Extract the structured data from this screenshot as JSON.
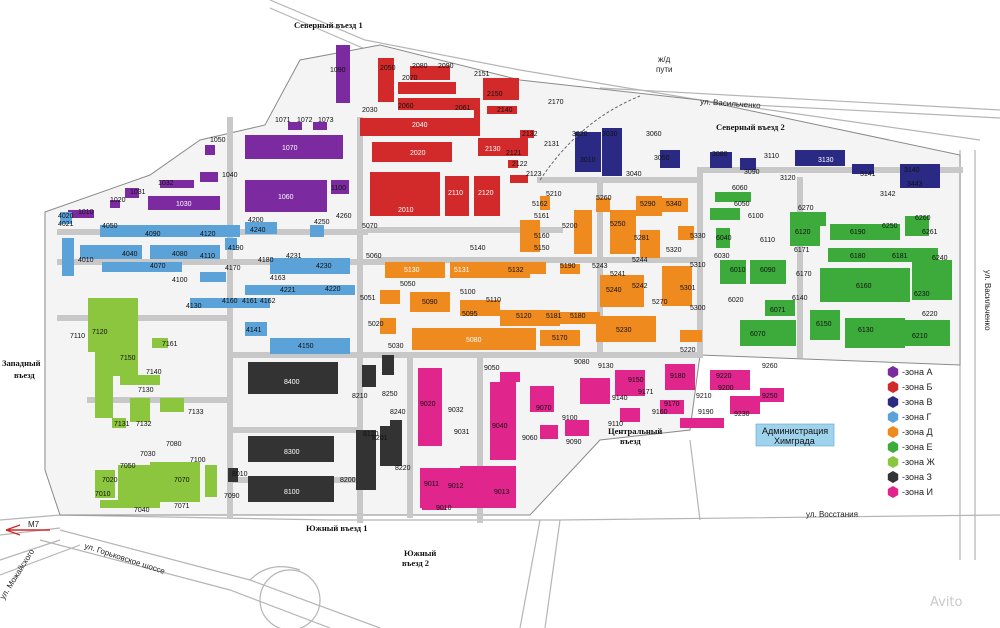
{
  "streets": {
    "vasilchenko_top": "ул. Васильченко",
    "vasilchenko_right": "ул. Васильченко",
    "vosstaniya": "ул. Восстания",
    "gorkovskoe": "ул. Горьковское шоссе",
    "mozhayskogo": "ул. Можайского",
    "rail": "ж/д пути"
  },
  "gates": {
    "north1": "Северный въезд 1",
    "north2": "Северный въезд 2",
    "west": "Западный въезд",
    "south1": "Южный въезд 1",
    "south2": "Южный въезд 2",
    "central": "Центральный въезд"
  },
  "road_sign": "М7",
  "admin": {
    "line1": "Администрация",
    "line2": "Химграда"
  },
  "legend": [
    {
      "label": "-зона А",
      "color": "#7b2aa0"
    },
    {
      "label": "-зона Б",
      "color": "#d22a2a"
    },
    {
      "label": "-зона В",
      "color": "#2a2a85"
    },
    {
      "label": "-зона Г",
      "color": "#5aa2d8"
    },
    {
      "label": "-зона Д",
      "color": "#ee8a1e"
    },
    {
      "label": "-зона Е",
      "color": "#3cab3c"
    },
    {
      "label": "-зона Ж",
      "color": "#8cc63f"
    },
    {
      "label": "-зона З",
      "color": "#333333"
    },
    {
      "label": "-зона И",
      "color": "#e0258c"
    }
  ],
  "watermark": "Avito",
  "buildings": {
    "zone_a": [
      "1090",
      "1071",
      "1072",
      "1073",
      "1050",
      "1070",
      "1040",
      "1032",
      "1031",
      "1020",
      "1030",
      "1060",
      "1100",
      "1010"
    ],
    "zone_b": [
      "2050",
      "2080",
      "2090",
      "2070",
      "2151",
      "2150",
      "2030",
      "2060",
      "2061",
      "2140",
      "2170",
      "2040",
      "2132",
      "2131",
      "2130",
      "2020",
      "2122",
      "2121",
      "2123",
      "2110",
      "2120",
      "2010"
    ],
    "zone_v": [
      "3020",
      "3030",
      "3060",
      "3010",
      "3050",
      "3040",
      "3080",
      "3110",
      "3130",
      "3090",
      "3120",
      "3140",
      "3141",
      "3443",
      "3142"
    ],
    "zone_g": [
      "4020",
      "4021",
      "4050",
      "4090",
      "4120",
      "4200",
      "4240",
      "4250",
      "4260",
      "4010",
      "4040",
      "4080",
      "4110",
      "4190",
      "4070",
      "4170",
      "4180",
      "4231",
      "4230",
      "4100",
      "4163",
      "4221",
      "4220",
      "4130",
      "4160",
      "4161",
      "4162",
      "4141",
      "4150"
    ],
    "zone_d": [
      "5070",
      "5210",
      "5260",
      "5290",
      "5340",
      "5162",
      "5161",
      "5200",
      "5250",
      "5150",
      "5281",
      "5330",
      "5140",
      "5160",
      "5320",
      "5060",
      "5190",
      "5243",
      "5244",
      "5310",
      "5130",
      "5131",
      "5132",
      "5241",
      "5050",
      "5051",
      "5242",
      "5240",
      "5270",
      "5301",
      "5100",
      "5090",
      "5095",
      "5110",
      "5120",
      "5181",
      "5180",
      "5300",
      "5020",
      "5230",
      "5030",
      "5080",
      "5170",
      "5220"
    ],
    "zone_e": [
      "6060",
      "6050",
      "6100",
      "6270",
      "6040",
      "6260",
      "6110",
      "6120",
      "6190",
      "6250",
      "6261",
      "6030",
      "6171",
      "6240",
      "6010",
      "6090",
      "6170",
      "6181",
      "6180",
      "6020",
      "6160",
      "6230",
      "6140",
      "6071",
      "6070",
      "6150",
      "6130",
      "6220",
      "6210"
    ],
    "zone_zh": [
      "7110",
      "7120",
      "7161",
      "7150",
      "7140",
      "7130",
      "7133",
      "7131",
      "7132",
      "7080",
      "7030",
      "7050",
      "7100",
      "7070",
      "7020",
      "7010",
      "7040",
      "7071",
      "7090"
    ],
    "zone_z": [
      "8400",
      "8210",
      "8250",
      "8240",
      "8120",
      "8201",
      "8300",
      "8220",
      "8010",
      "8200",
      "8100"
    ],
    "zone_i": [
      "9080",
      "9130",
      "9050",
      "9150",
      "9180",
      "9220",
      "9260",
      "9070",
      "9171",
      "9140",
      "9020",
      "9032",
      "9200",
      "9170",
      "9210",
      "9100",
      "9250",
      "9160",
      "9190",
      "9230",
      "9040",
      "9031",
      "9110",
      "9060",
      "9090",
      "9011",
      "9012",
      "9013",
      "9010"
    ]
  }
}
